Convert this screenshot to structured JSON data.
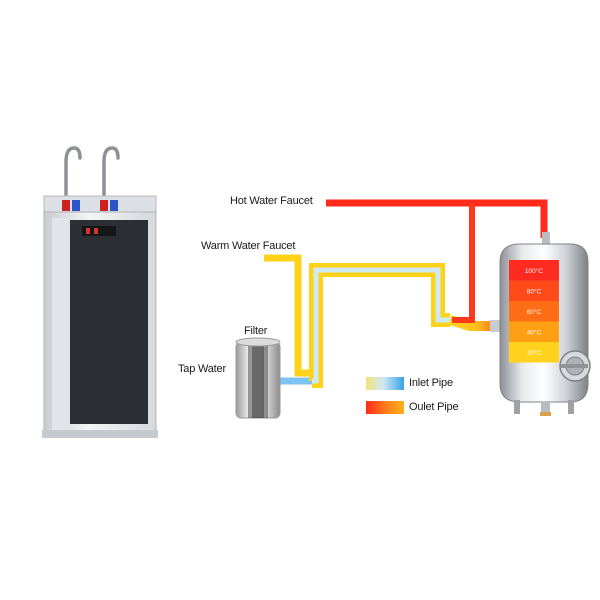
{
  "labels": {
    "hot_faucet": "Hot Water Faucet",
    "warm_faucet": "Warm Water Faucet",
    "filter": "Filter",
    "tap_water": "Tap Water"
  },
  "legend": [
    {
      "label": "Inlet Pipe",
      "gradient": [
        "#f5e27a",
        "#cfe9f5",
        "#3aa0e8"
      ]
    },
    {
      "label": "Oulet Pipe",
      "gradient": [
        "#ff2a1a",
        "#ff7a1a",
        "#ffb21a"
      ]
    }
  ],
  "tank": {
    "bands": [
      {
        "label": "100°C",
        "color": "#ff2a20"
      },
      {
        "label": "80°C",
        "color": "#ff4a1a"
      },
      {
        "label": "60°C",
        "color": "#ff6e14"
      },
      {
        "label": "40°C",
        "color": "#ffa014"
      },
      {
        "label": "20°C",
        "color": "#ffd21e"
      }
    ]
  },
  "colors": {
    "inlet_blue": "#2f93e8",
    "warm_yellow": "#ffd21a",
    "hot_red": "#ff2a1a",
    "cabinet_panel": "#2b2e33",
    "cabinet_body": "#e9ebee"
  },
  "icons": [
    "water-dispenser-icon",
    "filter-cartridge-icon",
    "water-tank-icon",
    "faucet-icon"
  ]
}
